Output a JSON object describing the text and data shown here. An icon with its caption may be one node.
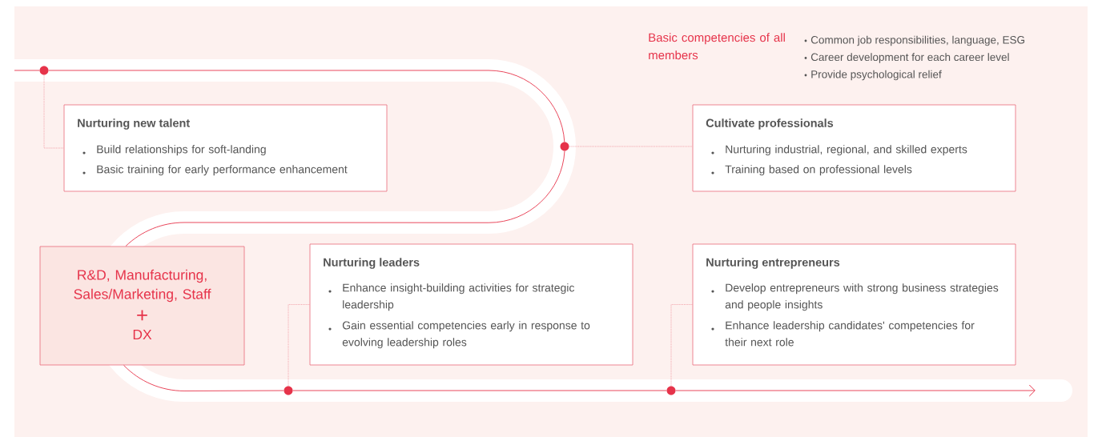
{
  "diagram": {
    "nodes": [
      {
        "text": [
          "Nurturing new talent",
          "Build relationships for soft-landing",
          "Basic training for early performance enhancement"
        ]
      },
      {
        "text": [
          "Cultivate professionals",
          "Nurturing industrial, regional, and skilled experts",
          "Training based on professional levels"
        ]
      },
      {
        "text": [
          "R&D, Manufacturing, Sales/Marketing, Staff",
          "+",
          "DX"
        ]
      },
      {
        "text": [
          "Nurturing leaders",
          "Enhance insight-building activities for strategic leadership",
          "Gain essential competencies early in response to evolving leadership roles"
        ]
      },
      {
        "text": [
          "Nurturing entrepreneurs",
          "Develop entrepreneurs with strong business strategies and people insights",
          "Enhance leadership candidates' competencies for their next role"
        ]
      },
      {
        "text": [],
        "shape": "circle"
      },
      {
        "text": [],
        "shape": "circle"
      },
      {
        "text": [],
        "shape": "circle"
      },
      {
        "text": [],
        "shape": "circle"
      }
    ],
    "edges": [
      {
        "from": null,
        "to": 5,
        "arrow": "none"
      },
      {
        "from": 5,
        "to": 6,
        "arrow": "none"
      },
      {
        "from": 6,
        "to": 2,
        "arrow": "none"
      },
      {
        "from": 2,
        "to": 7,
        "arrow": "none"
      },
      {
        "from": 7,
        "to": 8,
        "arrow": "none"
      },
      {
        "from": 8,
        "to": null,
        "arrow": "to"
      },
      {
        "from": 5,
        "to": 0,
        "arrow": "none",
        "style": "dashed",
        "color": "#f0959f"
      },
      {
        "from": 6,
        "to": 1,
        "arrow": "none",
        "style": "dashed",
        "color": "#f0959f"
      },
      {
        "from": 7,
        "to": 3,
        "arrow": "none",
        "style": "dashed",
        "color": "#f0959f"
      },
      {
        "from": 8,
        "to": 4,
        "arrow": "none",
        "style": "dashed",
        "color": "#f0959f"
      }
    ],
    "labels": [
      "Basic competencies of all members",
      "Common job responsibilities, language, ESG",
      "Career development for each career level",
      "Provide psychological relief"
    ]
  }
}
